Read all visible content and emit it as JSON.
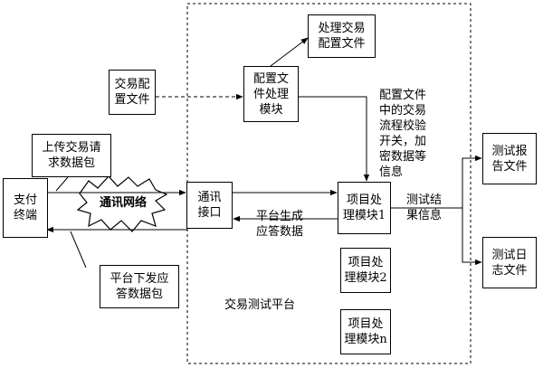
{
  "diagram": {
    "platform_label": "交易测试平台",
    "nodes": {
      "payment_terminal": "支付\n终端",
      "upload_request": "上传交易请\n求数据包",
      "download_response": "平台下发应\n答数据包",
      "trade_config_file": "交易配\n置文件",
      "config_processing_module": "配置文\n件处理\n模块",
      "processed_config_file": "处理交易\n配置文件",
      "comm_interface": "通讯\n接口",
      "item_module_1": "项目处\n理模块1",
      "item_module_2": "项目处\n理模块2",
      "item_module_n": "项目处\n理模块n",
      "test_report_file": "测试报\n告文件",
      "test_log_file": "测试日\n志文件"
    },
    "cloud_label": "通讯网络",
    "edge_labels": {
      "config_switches": "配置文件\n中的交易\n流程校验\n开关，加\n密数据等\n信息",
      "platform_response": "平台生成\n应答数据",
      "test_result": "测试结\n果信息"
    }
  }
}
